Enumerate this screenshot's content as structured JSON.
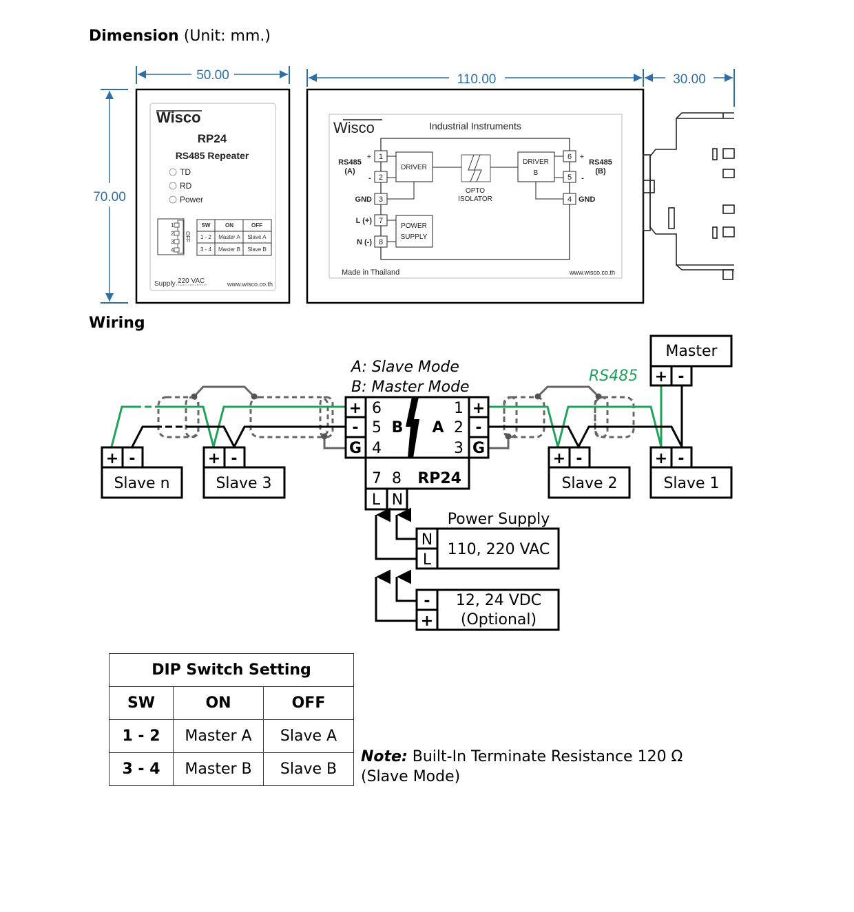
{
  "headings": {
    "dimension_bold": "Dimension",
    "dimension_unit": "(Unit: mm.)",
    "wiring": "Wiring"
  },
  "dimensions": {
    "front_width": "50.00",
    "height": "70.00",
    "side_width": "110.00",
    "depth": "30.00"
  },
  "front_label": {
    "brand": "Wisco",
    "model": "RP24",
    "product": "RS485 Repeater",
    "leds": [
      "TD",
      "RD",
      "Power"
    ],
    "dip_off_label": "OFF",
    "dip_on_label": "ON",
    "dip_numbers": [
      "1",
      "2",
      "3",
      "4"
    ],
    "table_headers": [
      "SW",
      "ON",
      "OFF"
    ],
    "table_rows": [
      [
        "1 - 2",
        "Master A",
        "Slave A"
      ],
      [
        "3 - 4",
        "Master B",
        "Slave B"
      ]
    ],
    "supply_label": "Supply",
    "supply_value": "220 VAC",
    "website": "www.wisco.co.th"
  },
  "side_label": {
    "brand": "Wisco",
    "subtitle": "Industrial Instruments",
    "rs485_a": "RS485",
    "rs485_a_sub": "(A)",
    "rs485_b": "RS485",
    "rs485_b_sub": "(B)",
    "plus": "+",
    "minus": "-",
    "gnd": "GND",
    "l_plus": "L (+)",
    "n_minus": "N (-)",
    "terminals_left": [
      "1",
      "2",
      "3",
      "7",
      "8"
    ],
    "terminals_right": [
      "6",
      "5",
      "4"
    ],
    "driver_a": "DRIVER",
    "driver_b_line1": "DRIVER",
    "driver_b_line2": "B",
    "opto_line1": "OPTO",
    "opto_line2": "ISOLATOR",
    "power_line1": "POWER",
    "power_line2": "SUPPLY",
    "made_in": "Made in Thailand",
    "website": "www.wisco.co.th"
  },
  "wiring": {
    "mode_a": "A: Slave Mode",
    "mode_b": "B: Master Mode",
    "rs485_label": "RS485",
    "rs485_color": "#1fa35a",
    "device": "RP24",
    "side_b": "B",
    "side_a": "A",
    "b_pins": [
      "6",
      "5",
      "4"
    ],
    "a_pins": [
      "1",
      "2",
      "3"
    ],
    "term_plus": "+",
    "term_minus": "-",
    "term_gnd": "G",
    "power_pins": [
      "7",
      "8"
    ],
    "power_terms": [
      "L",
      "N"
    ],
    "slaves": [
      "Slave n",
      "Slave 3",
      "Slave 2",
      "Slave 1"
    ],
    "master": "Master",
    "power_supply_title": "Power Supply",
    "ac_supply": "110, 220 VAC",
    "ac_terms": [
      "N",
      "L"
    ],
    "dc_supply_line1": "12, 24 VDC",
    "dc_supply_line2": "(Optional)",
    "dc_terms": [
      "-",
      "+"
    ]
  },
  "dip_table": {
    "title": "DIP Switch Setting",
    "headers": [
      "SW",
      "ON",
      "OFF"
    ],
    "rows": [
      {
        "sw": "1 - 2",
        "on": "Master A",
        "off": "Slave A"
      },
      {
        "sw": "3 - 4",
        "on": "Master B",
        "off": "Slave B"
      }
    ]
  },
  "note": {
    "label": "Note:",
    "text": "Built-In Terminate Resistance 120 Ω",
    "text2": "(Slave Mode)"
  }
}
